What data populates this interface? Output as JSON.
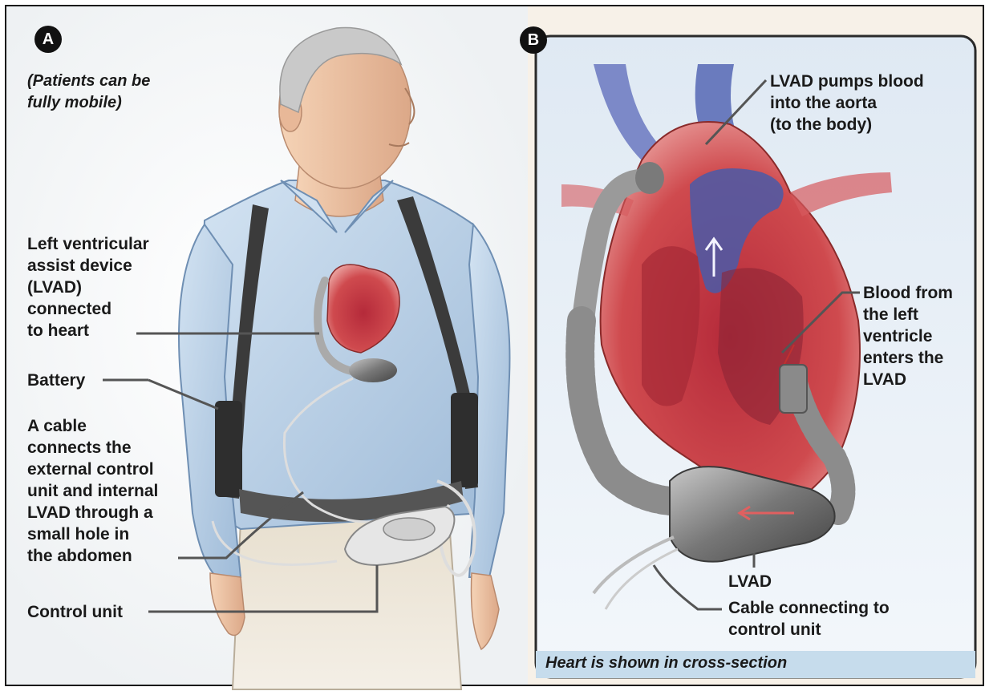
{
  "panel_a": {
    "badge": "A",
    "note": "(Patients can be\nfully mobile)",
    "labels": {
      "lvad": "Left ventricular\nassist device\n(LVAD)\nconnected\nto heart",
      "battery": "Battery",
      "cable": "A cable\nconnects the\nexternal control\nunit and internal\nLVAD through a\nsmall hole in\nthe abdomen",
      "control_unit": "Control unit"
    }
  },
  "panel_b": {
    "badge": "B",
    "labels": {
      "pumps": "LVAD pumps blood\ninto the aorta\n(to the body)",
      "blood_from": "Blood from\nthe left\nventricle\nenters the\nLVAD",
      "lvad": "LVAD",
      "cable": "Cable connecting to\ncontrol unit"
    },
    "caption": "Heart is shown in cross-section"
  },
  "colors": {
    "background": "#f7f1e8",
    "shirt": "#b8cfe6",
    "skin": "#f0c9a8",
    "heart_red": "#c8323a",
    "vein_blue": "#4a5aa8",
    "device_gray": "#8a8a8a",
    "caption_bar": "#c6dcec"
  }
}
